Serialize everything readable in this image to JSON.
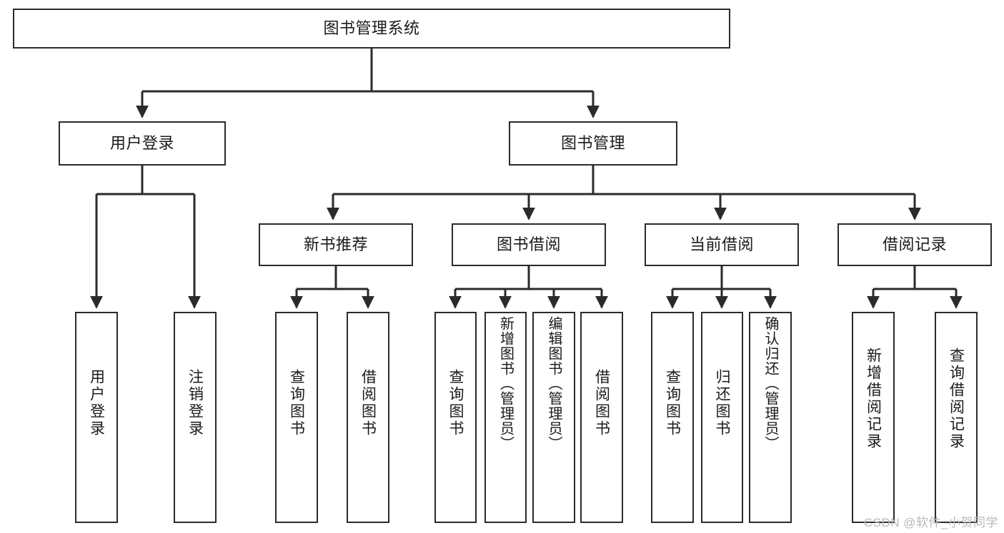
{
  "diagram": {
    "title": "图书管理系统",
    "type": "tree",
    "watermark": "CSDN @软件_小贺同学",
    "colors": {
      "stroke": "#2b2b2b",
      "fill": "#ffffff",
      "text": "#1a1a1a",
      "watermark": "#b9b9b9"
    },
    "nodes": {
      "root": {
        "label": "图书管理系统"
      },
      "level2": [
        {
          "label": "用户登录"
        },
        {
          "label": "图书管理"
        }
      ],
      "level3": [
        {
          "label": "新书推荐"
        },
        {
          "label": "图书借阅"
        },
        {
          "label": "当前借阅"
        },
        {
          "label": "借阅记录"
        }
      ],
      "leaves": {
        "user_login": [
          {
            "label": "用户登录"
          },
          {
            "label": "注销登录"
          }
        ],
        "new_book": [
          {
            "label": "查询图书"
          },
          {
            "label": "借阅图书"
          }
        ],
        "book_borrow": [
          {
            "label": "查询图书"
          },
          {
            "label": "新增图书（管理员）"
          },
          {
            "label": "编辑图书（管理员）"
          },
          {
            "label": "借阅图书"
          }
        ],
        "current_borrow": [
          {
            "label": "查询图书"
          },
          {
            "label": "归还图书"
          },
          {
            "label": "确认归还（管理员）"
          }
        ],
        "borrow_record": [
          {
            "label": "新增借阅记录"
          },
          {
            "label": "查询借阅记录"
          }
        ]
      }
    }
  }
}
